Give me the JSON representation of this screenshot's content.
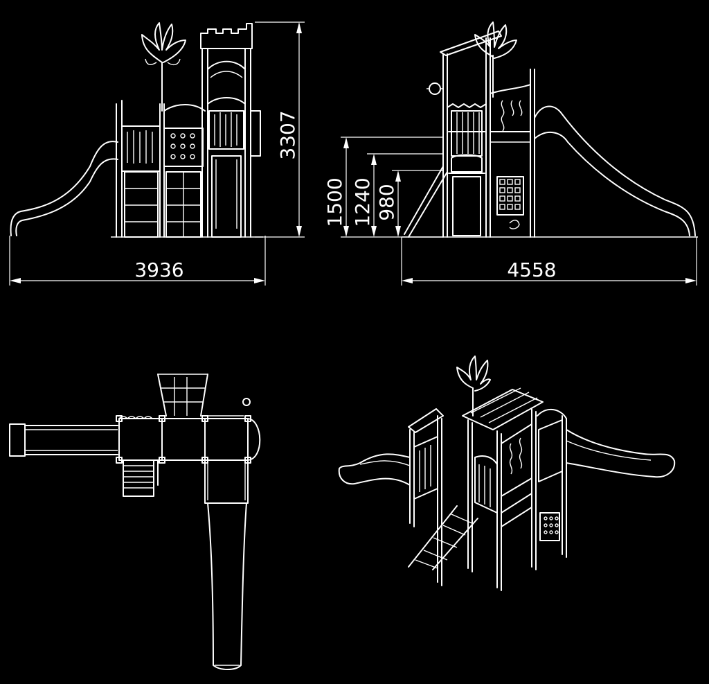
{
  "drawing": {
    "background": "#000000",
    "line_color": "#ffffff",
    "views": [
      "front-view",
      "side-view",
      "top-view",
      "isometric-view"
    ]
  },
  "dimensions": {
    "front_width": "3936",
    "front_height": "3307",
    "side_width": "4558",
    "side_height_1500": "1500",
    "side_height_1240": "1240",
    "side_height_980": "980"
  }
}
